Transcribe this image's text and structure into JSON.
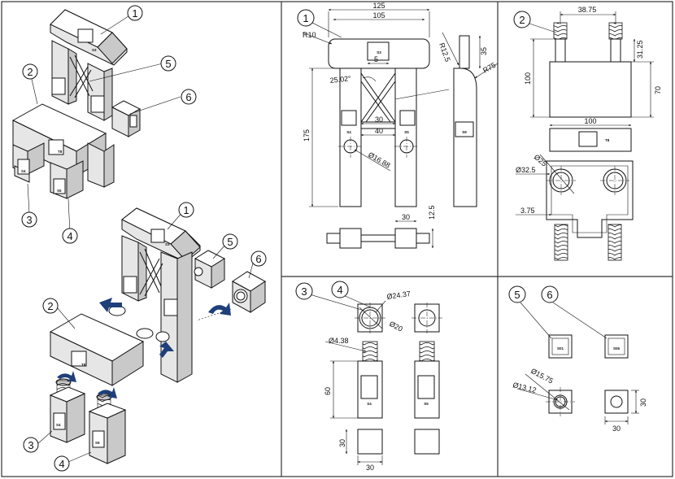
{
  "callouts": {
    "c1": "1",
    "c2": "2",
    "c3": "3",
    "c4": "4",
    "c5": "5",
    "c6": "6"
  },
  "part_labels": {
    "frame_top": "S3",
    "frame_left": "S4",
    "frame_right": "S5",
    "frame_side": "S9",
    "base_front": "T8",
    "base_side": "T8",
    "leg_left": "S4",
    "leg_right": "S5",
    "cube_5": "S01",
    "cube_6": "S06"
  },
  "dimensions": {
    "frame": {
      "overall_width": "125",
      "top_width": "105",
      "top_radius": "R10",
      "side_radius": "R12.5",
      "side_radius_large": "R75",
      "slot_height": "35",
      "slot_width": "5",
      "cross_angle": "25.02°",
      "cross_width": "30",
      "cross_span": "40",
      "height": "175",
      "hole_diameter": "Ø16.88",
      "pin_width": "30",
      "pin_height": "12.5"
    },
    "base": {
      "post_spacing": "38.75",
      "post_height": "31.25",
      "body_height": "100",
      "body_inner_height": "70",
      "body_width": "100",
      "boss_diameter": "Ø25",
      "bore_diameter": "Ø32.5",
      "wall_thickness": "3.75"
    },
    "legs": {
      "outer_diameter": "Ø24.37",
      "inner_diameter": "Ø20",
      "thread_diameter": "Ø4.38",
      "height": "60",
      "foot_height": "30",
      "foot_width": "30"
    },
    "cubes": {
      "outer_diameter": "Ø15.75",
      "inner_diameter": "Ø13.12",
      "height": "30",
      "width": "30"
    }
  }
}
